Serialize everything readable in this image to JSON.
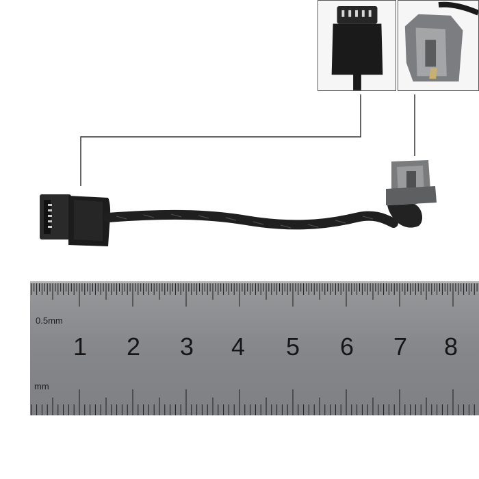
{
  "ruler": {
    "numbers": [
      "1",
      "2",
      "3",
      "4",
      "5",
      "6",
      "7",
      "8"
    ],
    "top_unit_label": "0.5mm",
    "bottom_unit_label": "mm"
  },
  "colors": {
    "background": "#ffffff",
    "cable": "#1f1f1f",
    "connector_body": "#7a7b7d",
    "ruler_steel": "#8d8e90",
    "leader_line": "#333333"
  },
  "insets": [
    {
      "name": "connector-closeup",
      "icon": "ribbon-connector-icon"
    },
    {
      "name": "dc-jack-closeup",
      "icon": "dc-jack-icon"
    }
  ]
}
